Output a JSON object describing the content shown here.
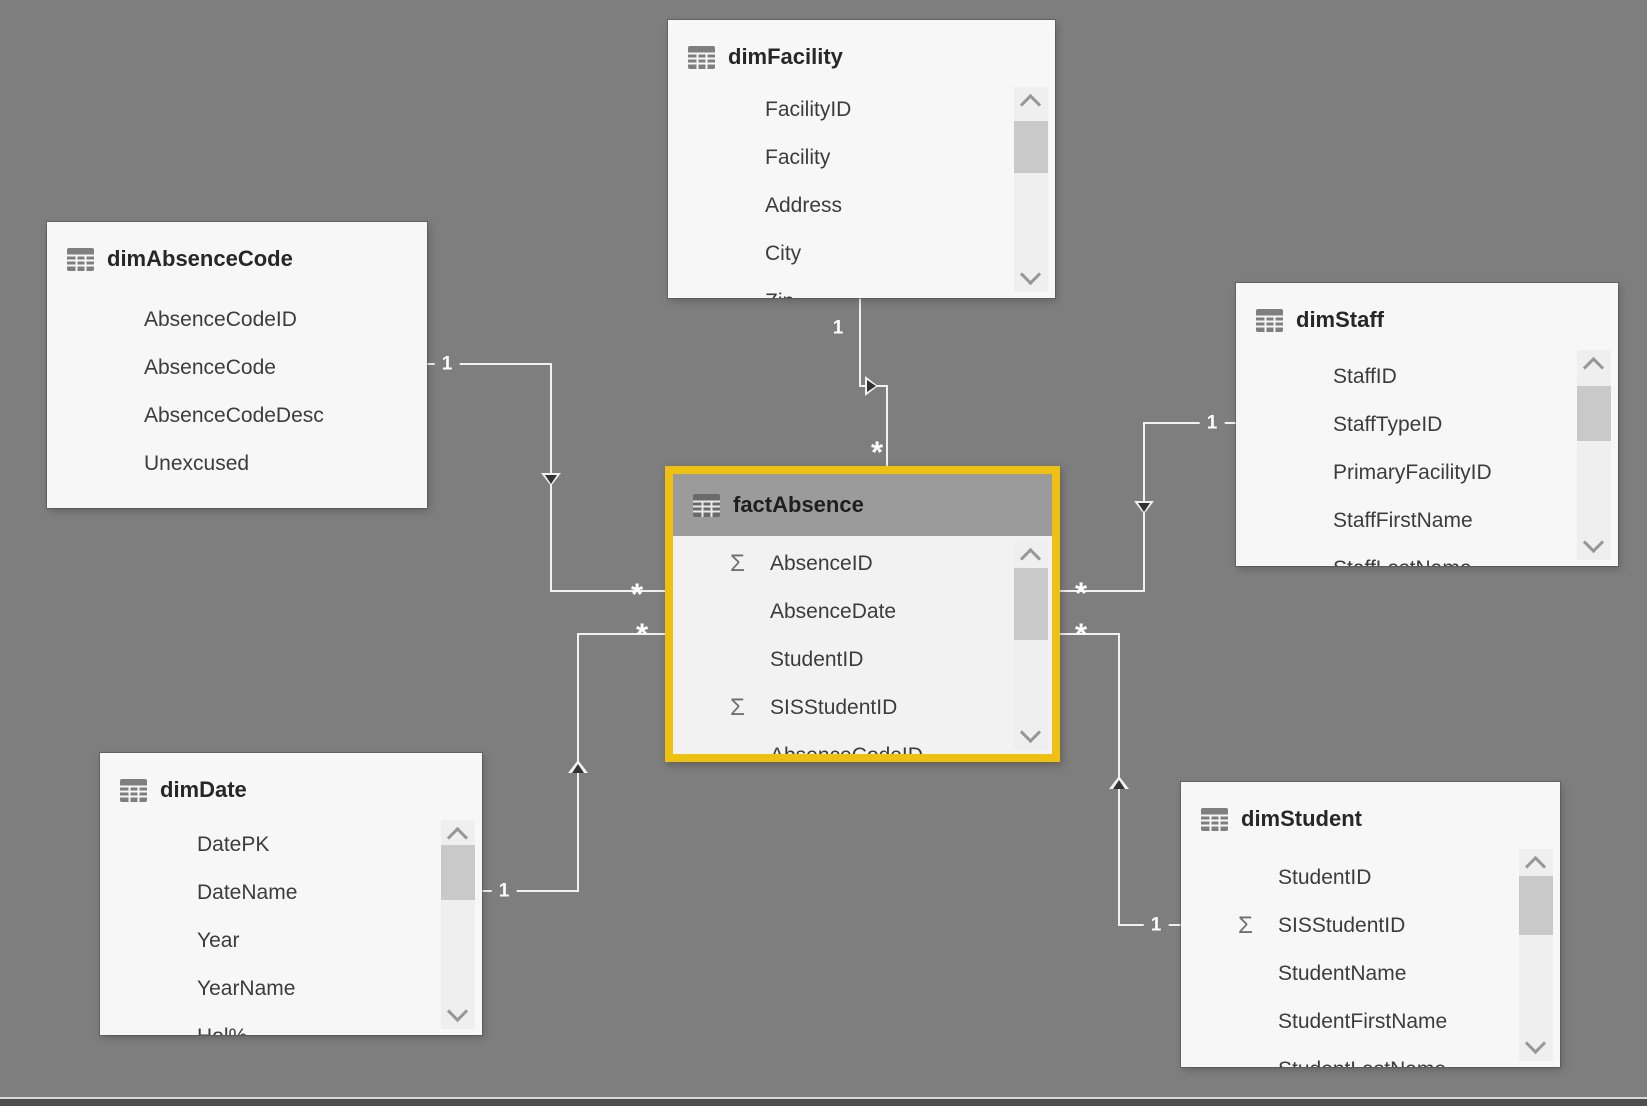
{
  "icons": {
    "sigma": "Σ"
  },
  "colors": {
    "canvas": "#7E7E7E",
    "table_background": "#F7F7F7",
    "selected_table_background": "#F2F2F2",
    "selected_border": "#EDC011",
    "selected_header_background": "#9B9B9B",
    "relationship_line": "#F1F1F1",
    "field_text": "#3C3C3C",
    "title_text": "#272727"
  },
  "tables": [
    {
      "name": "dimAbsenceCode",
      "selected": false,
      "scrollbar": false,
      "fields": [
        {
          "name": "AbsenceCodeID"
        },
        {
          "name": "AbsenceCode"
        },
        {
          "name": "AbsenceCodeDesc"
        },
        {
          "name": "Unexcused"
        }
      ]
    },
    {
      "name": "dimFacility",
      "selected": false,
      "scrollbar": true,
      "fields": [
        {
          "name": "FacilityID"
        },
        {
          "name": "Facility"
        },
        {
          "name": "Address"
        },
        {
          "name": "City"
        },
        {
          "name": "Zip",
          "clipped": true
        }
      ]
    },
    {
      "name": "dimStaff",
      "selected": false,
      "scrollbar": true,
      "fields": [
        {
          "name": "StaffID"
        },
        {
          "name": "StaffTypeID"
        },
        {
          "name": "PrimaryFacilityID"
        },
        {
          "name": "StaffFirstName"
        },
        {
          "name": "StaffLastName",
          "clipped": true
        }
      ]
    },
    {
      "name": "factAbsence",
      "selected": true,
      "scrollbar": true,
      "fields": [
        {
          "name": "AbsenceID",
          "aggregate": "sum"
        },
        {
          "name": "AbsenceDate"
        },
        {
          "name": "StudentID"
        },
        {
          "name": "SISStudentID",
          "aggregate": "sum"
        },
        {
          "name": "AbsenceCodeID",
          "clipped": true
        }
      ]
    },
    {
      "name": "dimDate",
      "selected": false,
      "scrollbar": true,
      "fields": [
        {
          "name": "DatePK"
        },
        {
          "name": "DateName"
        },
        {
          "name": "Year"
        },
        {
          "name": "YearName"
        },
        {
          "name": "Hol%",
          "clipped": true
        }
      ]
    },
    {
      "name": "dimStudent",
      "selected": false,
      "scrollbar": true,
      "fields": [
        {
          "name": "StudentID"
        },
        {
          "name": "SISStudentID",
          "aggregate": "sum"
        },
        {
          "name": "StudentName"
        },
        {
          "name": "StudentFirstName"
        },
        {
          "name": "StudentLastName",
          "clipped": true
        }
      ]
    }
  ],
  "relationships": [
    {
      "from": "dimAbsenceCode",
      "to": "factAbsence",
      "one_label": "1",
      "many_label": "*"
    },
    {
      "from": "dimFacility",
      "to": "factAbsence",
      "one_label": "1",
      "many_label": "*"
    },
    {
      "from": "dimStaff",
      "to": "factAbsence",
      "one_label": "1",
      "many_label": "*"
    },
    {
      "from": "dimDate",
      "to": "factAbsence",
      "one_label": "1",
      "many_label": "*"
    },
    {
      "from": "dimStudent",
      "to": "factAbsence",
      "one_label": "1",
      "many_label": "*"
    }
  ]
}
